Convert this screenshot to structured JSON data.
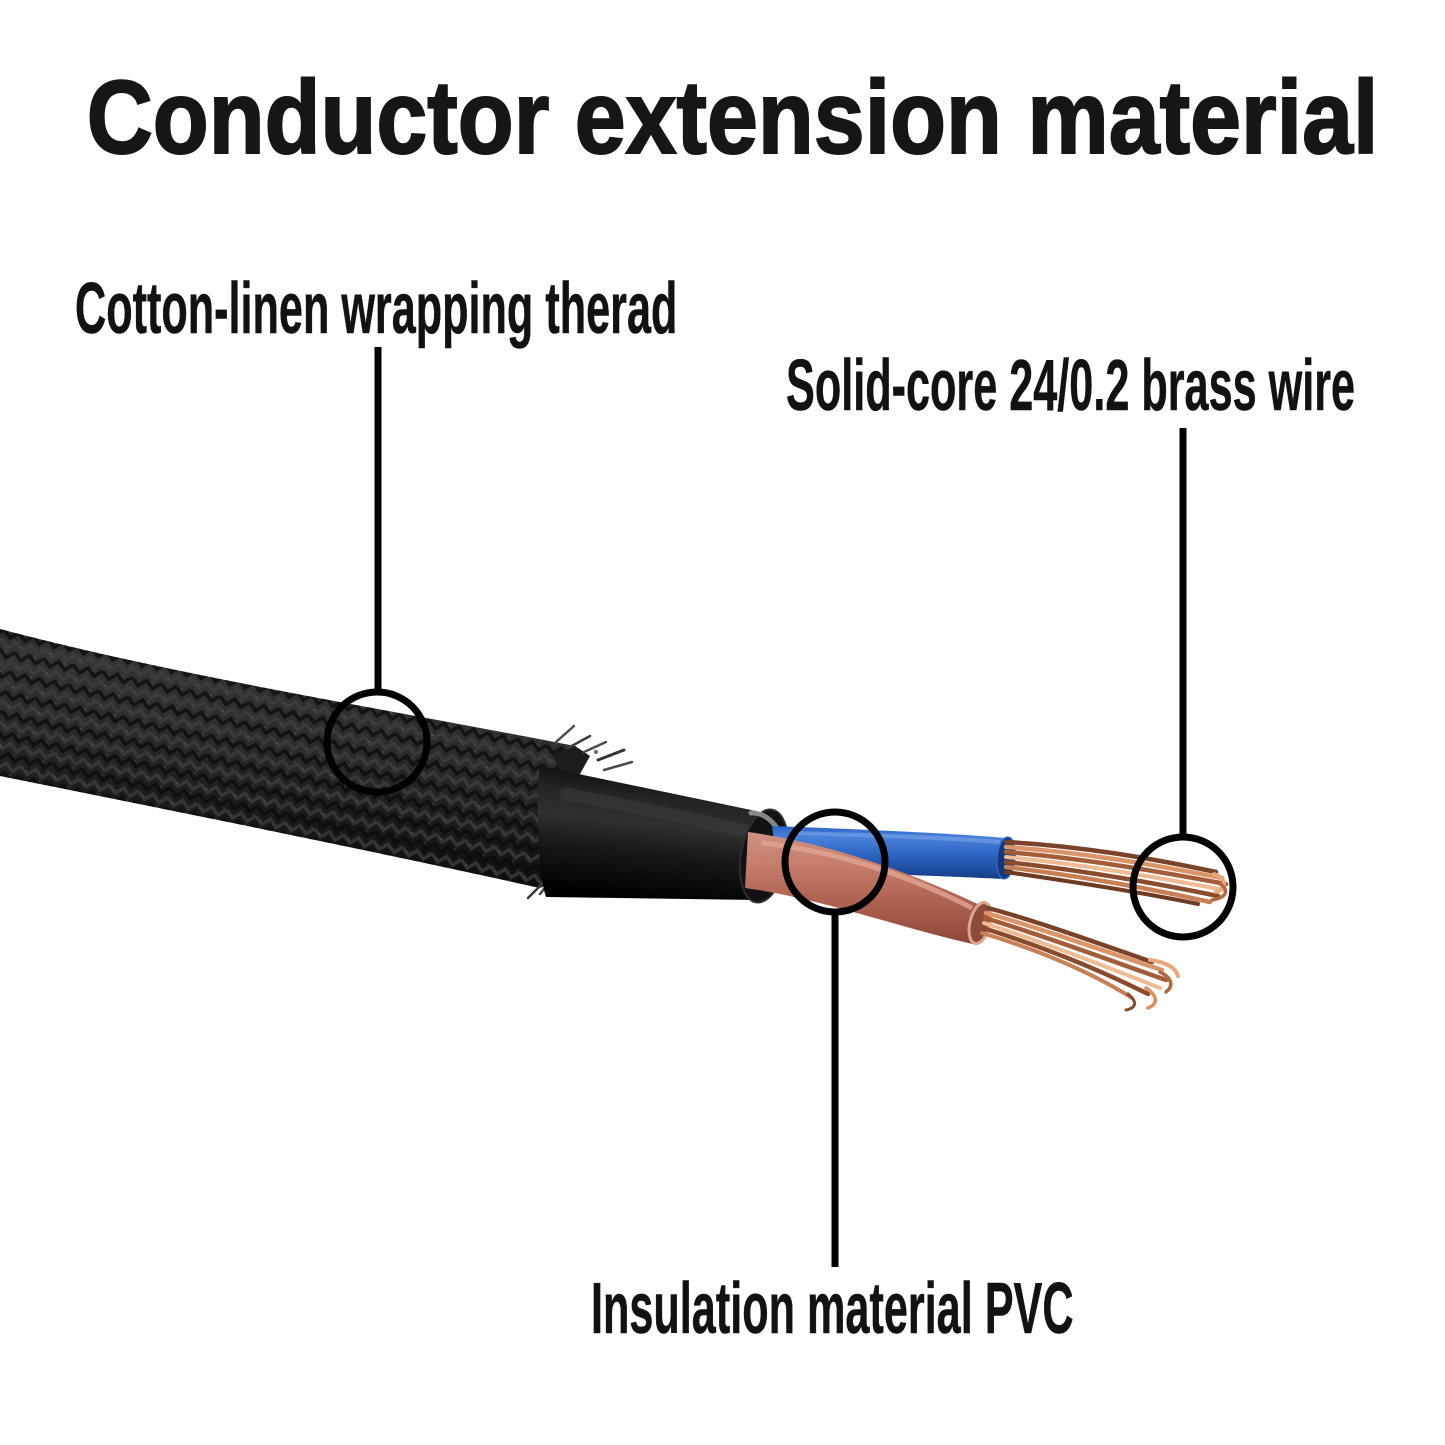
{
  "title": "Conductor extension material",
  "callouts": {
    "braid": {
      "label": "Cotton-linen wrapping therad"
    },
    "brass": {
      "label": "Solid-core 24/0.2 brass wire"
    },
    "insulation": {
      "label": "Insulation material PVC"
    }
  },
  "figure": {
    "description": "Black braided cable cut open: cotton-linen braid sheath, black PVC inner jacket, blue and brown insulated conductors ending in bare stranded copper wire",
    "colors": {
      "background": "#ffffff",
      "text": "#141414",
      "callout_line": "#000000",
      "braid": "#222222",
      "pvc_jacket": "#101010",
      "blue_wire": "#2c63c2",
      "brown_wire": "#bb7060",
      "copper": "#c87f54"
    }
  }
}
